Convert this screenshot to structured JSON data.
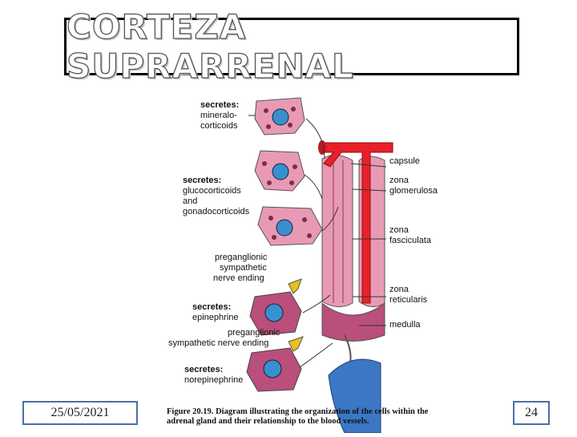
{
  "slide": {
    "title": "CORTEZA SUPRARRENAL",
    "date": "25/05/2021",
    "page_number": "24"
  },
  "figure": {
    "caption_label": "Figure 20.19.",
    "caption_text": "Diagram illustrating the organization of the cells within the adrenal gland and their relationship to the blood vessels.",
    "labels": {
      "secretes_1_title": "secretes:",
      "secretes_1_line1": "mineralo-",
      "secretes_1_line2": "corticoids",
      "secretes_2_title": "secretes:",
      "secretes_2_line1": "glucocorticoids",
      "secretes_2_line2": "and",
      "secretes_2_line3": "gonadocorticoids",
      "pregang_1_line1": "preganglionic",
      "pregang_1_line2": "sympathetic",
      "pregang_1_line3": "nerve ending",
      "secretes_3_title": "secretes:",
      "secretes_3_line1": "epinephrine",
      "pregang_2_line1": "preganglionic",
      "pregang_2_line2": "sympathetic nerve ending",
      "secretes_4_title": "secretes:",
      "secretes_4_line1": "norepinephrine",
      "capsule": "capsule",
      "zona_glomerulosa_1": "zona",
      "zona_glomerulosa_2": "glomerulosa",
      "zona_fasciculata_1": "zona",
      "zona_fasciculata_2": "fasciculata",
      "zona_reticularis_1": "zona",
      "zona_reticularis_2": "reticularis",
      "medulla": "medulla"
    },
    "colors": {
      "cortex_cell": "#e89ab4",
      "medulla_cell": "#b94f7a",
      "nucleus": "#3a8fd0",
      "artery": "#e8202a",
      "vein": "#3b77c4",
      "nerve": "#e8c020"
    }
  }
}
